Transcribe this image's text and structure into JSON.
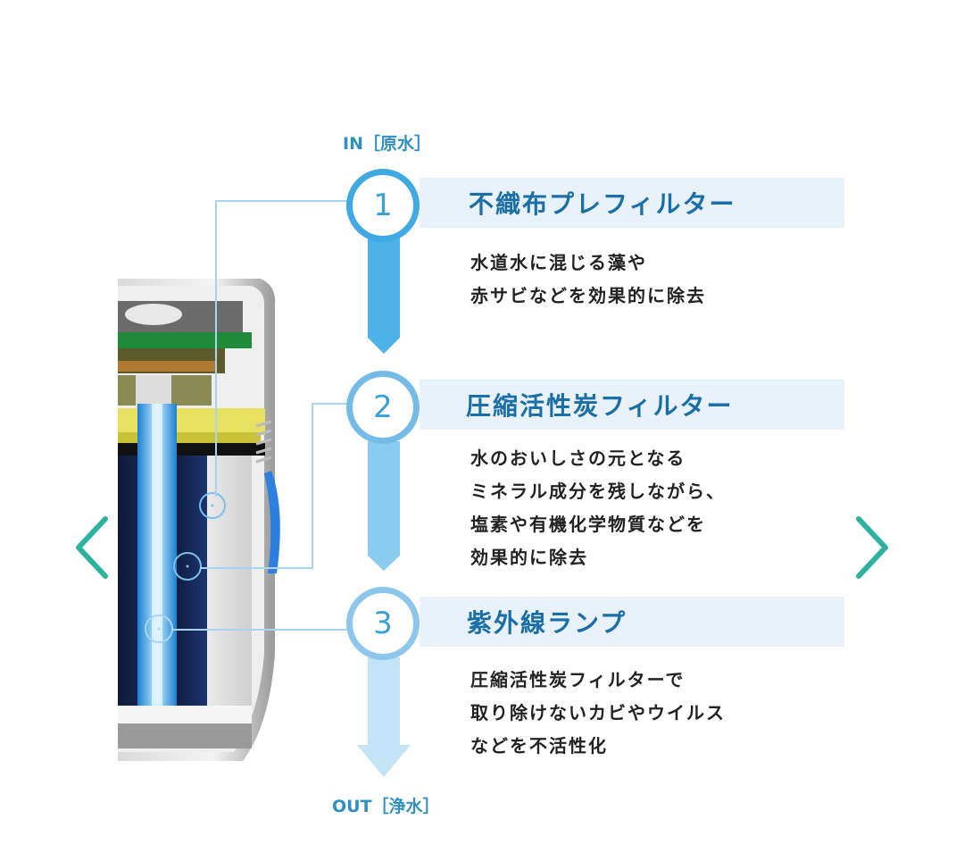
{
  "flow": {
    "in_label": "IN［原水］",
    "out_label": "OUT［浄水］"
  },
  "steps": [
    {
      "number": "1",
      "title": "不織布プレフィルター",
      "description": [
        "水道水に混じる藻や",
        "赤サビなどを効果的に除去"
      ]
    },
    {
      "number": "2",
      "title": "圧縮活性炭フィルター",
      "description": [
        "水のおいしさの元となる",
        "ミネラル成分を残しながら、",
        "塩素や有機化学物質などを",
        "効果的に除去"
      ]
    },
    {
      "number": "3",
      "title": "紫外線ランプ",
      "description": [
        "圧縮活性炭フィルターで",
        "取り除けないカビやウイルス",
        "などを不活性化"
      ]
    }
  ],
  "navigation": {
    "prev_icon": "chevron-left-icon",
    "next_icon": "chevron-right-icon"
  },
  "colors": {
    "accent_blue": "#3fa9e3",
    "title_text": "#1a6fa8",
    "title_bar_bg": "#e9f2fb",
    "nav_chevron": "#2bb3a0",
    "body_text": "#222222"
  },
  "image": {
    "subject": "water-purifier-cutaway"
  }
}
